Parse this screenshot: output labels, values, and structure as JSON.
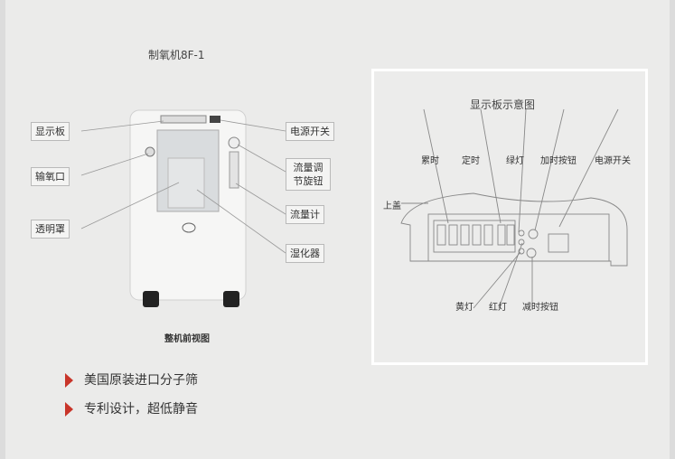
{
  "device": {
    "model_title": "制氧机8F-1",
    "caption": "整机前视图",
    "labels_left": [
      "显示板",
      "输氧口",
      "透明罩"
    ],
    "labels_right": [
      "电源开关",
      "流量调节旋钮",
      "流量计",
      "湿化器"
    ]
  },
  "panel": {
    "title": "显示板示意图",
    "labels": {
      "cumulative": "累时",
      "timer": "定时",
      "green": "绿灯",
      "add": "加时按钮",
      "power": "电源开关",
      "cover": "上盖",
      "yellow": "黄灯",
      "red": "红灯",
      "minus": "减时按钮"
    }
  },
  "features": [
    "美国原装进口分子筛",
    "专利设计，超低静音"
  ],
  "colors": {
    "bullet": "#c8352a"
  }
}
